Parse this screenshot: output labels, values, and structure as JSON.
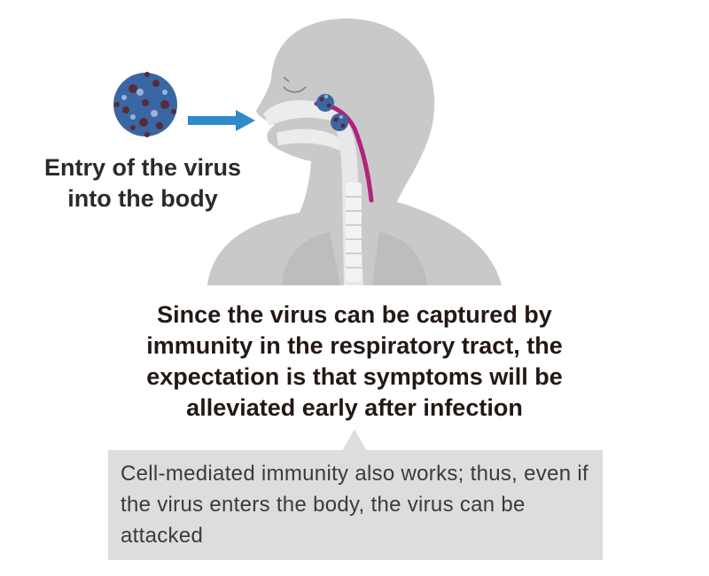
{
  "diagram": {
    "entry_label": "Entry of the virus\ninto the body",
    "main_statement": "Since the virus can be captured by immunity in the respiratory tract, the expectation is that symptoms will be alleviated early after infection",
    "callout_text": "Cell-mediated immunity also works; thus, even if the virus enters the body, the virus can be attacked"
  },
  "colors": {
    "silhouette": "#c9c9c9",
    "airway": "#ededed",
    "trachea": "#f2f2f2",
    "respiratory_tract": "#b0237a",
    "arrow": "#2e8ac9",
    "virus_blue": "#3a66a3",
    "virus_dark": "#5a2a3a",
    "callout_box": "#dcdddd"
  }
}
